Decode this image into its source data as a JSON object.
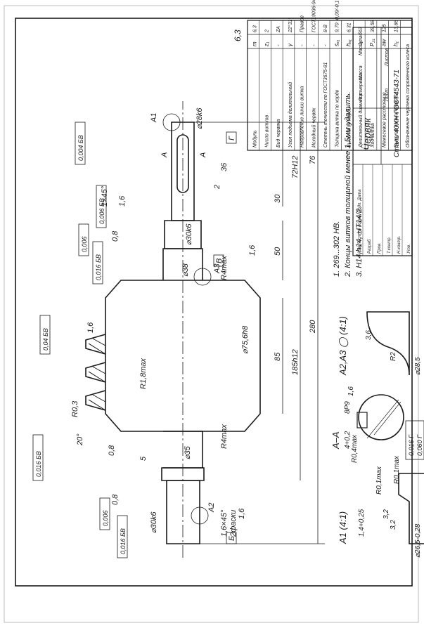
{
  "roughness": "6,3",
  "params": [
    {
      "label": "Модуль",
      "sym": "m",
      "val": "6,3"
    },
    {
      "label": "Число витков",
      "sym": "z₁",
      "val": "2"
    },
    {
      "label": "Вид червяка",
      "sym": "-",
      "val": "ZA"
    },
    {
      "label": "Угол подъема делительный",
      "sym": "γ",
      "val": "22°31'"
    },
    {
      "label": "Направление линии витка",
      "sym": "-",
      "val": "Правое"
    },
    {
      "label": "Исходный червяк",
      "sym": "-",
      "val": "ГОСТ19036-94"
    },
    {
      "label": "Степень точности по ГОСТ3675-81",
      "sym": "-",
      "val": "8-В"
    },
    {
      "label": "Толщина витка по хорде",
      "sym": "s̄ₐ₁",
      "val": "9,70 -0,09/-0,13"
    },
    {
      "label": "Высота до хорды",
      "sym": "h̄ₐ₁",
      "val": "6,31"
    },
    {
      "label": "Делительный диаметр червяка",
      "sym": "d₁",
      "val": "63"
    },
    {
      "label": "Ход витка",
      "sym": "P₂₁",
      "val": "39,58"
    },
    {
      "label": "Межосевое расстояние",
      "sym": "aw",
      "val": "125"
    },
    {
      "label": "Высота витка червяка",
      "sym": "h₁",
      "val": "13,86"
    },
    {
      "label": "Обозначение чертежа сопряженного колеса",
      "sym": "",
      "val": ""
    }
  ],
  "notes": [
    "1. 269...302 НВ.",
    "2. Концы витков толщиной менее 1,5мм удалить.",
    "3. Н14,h14, ±IT14/2."
  ],
  "title_block": {
    "name": "Червяк",
    "material": "Сталь 40ХН ГОСТ4543-71",
    "lit": "Лит.",
    "mass": "Масса",
    "scale": "Масштаб",
    "sheet": "Лист",
    "sheets": "Листов",
    "rows": [
      "Изм Лист № докум. Подп. Дата",
      "Разраб.",
      "Пров.",
      "Т.контр.",
      "Н.контр.",
      "Утв."
    ]
  },
  "dims": {
    "d30k6_l": "⌀30k6",
    "d35": "⌀35",
    "d75": "⌀75,6h8",
    "d38": "⌀38",
    "d30k6_r": "⌀30k6",
    "d28k6": "⌀28k6",
    "l280": "280",
    "l185": "185h12",
    "l85": "85",
    "l50": "50",
    "l72": "72H12",
    "l76": "76",
    "l36": "36",
    "l30": "30",
    "l5": "5",
    "l2": "2",
    "r4l": "R4max",
    "r4r": "R4max",
    "r18": "R1,8max",
    "r03": "R0,3",
    "ang20": "20°",
    "ch_l": "1,6×45°",
    "ch_l2": "2фаски",
    "ch_r": "1×45°",
    "ra08a": "0,8",
    "ra08b": "0,8",
    "ra08c": "0,8",
    "ra16a": "1,6",
    "ra16b": "1,6",
    "ra16c": "1,6",
    "ra16d": "1,6"
  },
  "tolerances": {
    "t1": "0,016 БВ",
    "t2": "0,006",
    "t3": "0,016 БВ",
    "t4": "0,04 БВ",
    "t5": "0,016 БВ",
    "t6": "0,006",
    "t7": "0,006 БВ",
    "t8": "0,004 БВ",
    "t9": "0,016 Г",
    "t10": "0,060 Г"
  },
  "datums": {
    "b": "Б",
    "v": "В",
    "g": "Г"
  },
  "views": {
    "aa": "А–А",
    "aa_d1": "4+0,2",
    "aa_d2": "8P9",
    "aa_r": "R0,4max",
    "aa_ra": "1,6",
    "a1": "А1 (4:1)",
    "a1_d1": "1,4+0,25",
    "a1_d2": "3,2",
    "a1_d3": "3,2",
    "a1_r1": "R0,1max",
    "a1_r2": "R0,1max",
    "a1_d": "⌀26,5-0,28",
    "a23": "А2,А3 ◯ (4:1)",
    "a23_d1": "3,6",
    "a23_r": "R2",
    "a23_d": "⌀28,5",
    "c_a1": "А1",
    "c_a2": "А2",
    "c_a3": "А3",
    "s_a": "А",
    "s_a2": "А"
  }
}
